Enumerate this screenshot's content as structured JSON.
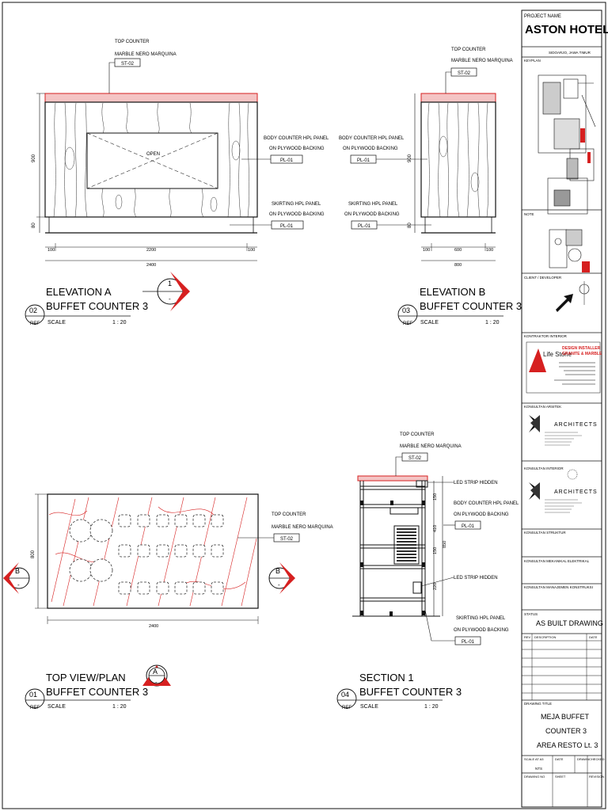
{
  "title_block": {
    "project_label": "PROJECT NAME",
    "project_name": "ASTON HOTEL",
    "location": "SIDOARJO, JAWA TIMUR",
    "keyplan_label": "KEYPLAN",
    "note_label": "NOTE",
    "client_label": "CLIENT / DEVELOPER",
    "contractor_label": "KONTRAKTOR INTERIOR",
    "contractor_name": "Life Stone",
    "contractor_tag1": "DESIGN INSTALLER",
    "contractor_tag2": "GRANITE & MARBLE",
    "arch_label": "KONSULTAN ARSITEK",
    "arch_name": "ARCHITECTS",
    "interior_label": "KONSULTAN INTERIOR",
    "interior_name": "ARCHITECTS",
    "struct_label": "KONSULTAN STRUKTUR",
    "mep_label": "KONSULTAN MEKANIKAL ELEKTRIKAL",
    "mk_label": "KONSULTAN MANAJEMEN KONSTRUKSI",
    "status_label": "STATUS",
    "status_value": "AS BUILT DRAWING",
    "rev_headers": [
      "REV",
      "DESCRIPTION",
      "DATE"
    ],
    "drawing_title_label": "DRAWING TITLE",
    "drawing_title": [
      "MEJA BUFFET",
      "COUNTER 3",
      "AREA RESTO Lt. 3"
    ],
    "footer_row1": [
      "SCALE AT A3",
      "DATE",
      "DRAWN",
      "CHECKED"
    ],
    "scale_value": "NTS",
    "footer_row2": [
      "DRAWING NO",
      "SHEET",
      "REVISION"
    ]
  },
  "views": {
    "elev_a": {
      "num": "02",
      "ref": "REF",
      "title1": "ELEVATION A",
      "title2": "BUFFET COUNTER 3",
      "scale_label": "SCALE",
      "scale": "1 : 20"
    },
    "elev_b": {
      "num": "03",
      "ref": "REF",
      "title1": "ELEVATION B",
      "title2": "BUFFET COUNTER 3",
      "scale_label": "SCALE",
      "scale": "1 : 20"
    },
    "plan": {
      "num": "01",
      "ref": "REF",
      "title1": "TOP VIEW/PLAN",
      "title2": "BUFFET COUNTER 3",
      "scale_label": "SCALE",
      "scale": "1 : 20"
    },
    "section": {
      "num": "04",
      "ref": "REF",
      "title1": "SECTION 1",
      "title2": "BUFFET COUNTER 3",
      "scale_label": "SCALE",
      "scale": "1 : 20"
    }
  },
  "labels": {
    "top_counter": "TOP COUNTER",
    "marble": "MARBLE NERO MARQUINA",
    "st02": "ST-02",
    "body1": "BODY COUNTER HPL PANEL",
    "body2": "ON PLYWOOD BACKING",
    "pl01": "PL-01",
    "skirt1": "SKIRTING HPL PANEL",
    "skirt2": "ON PLYWOOD BACKING",
    "led": "LED STRIP HIDDEN",
    "open": "OPEN"
  },
  "dims": {
    "a_h_total": "900",
    "a_h_skirt": "80",
    "a_w_side": "100",
    "a_w_mid": "2200",
    "a_w_total": "2400",
    "b_w_side": "100",
    "b_w_mid": "600",
    "b_w_total": "800",
    "plan_depth": "800",
    "plan_width": "2400",
    "sec_1": "150",
    "sec_2": "410",
    "sec_3": "150",
    "sec_4": "850",
    "sec_5": "220"
  },
  "markers": {
    "one": "1",
    "dash": "-",
    "a": "A",
    "b": "B"
  },
  "colors": {
    "accent_red": "#d62020",
    "line": "#111111"
  }
}
